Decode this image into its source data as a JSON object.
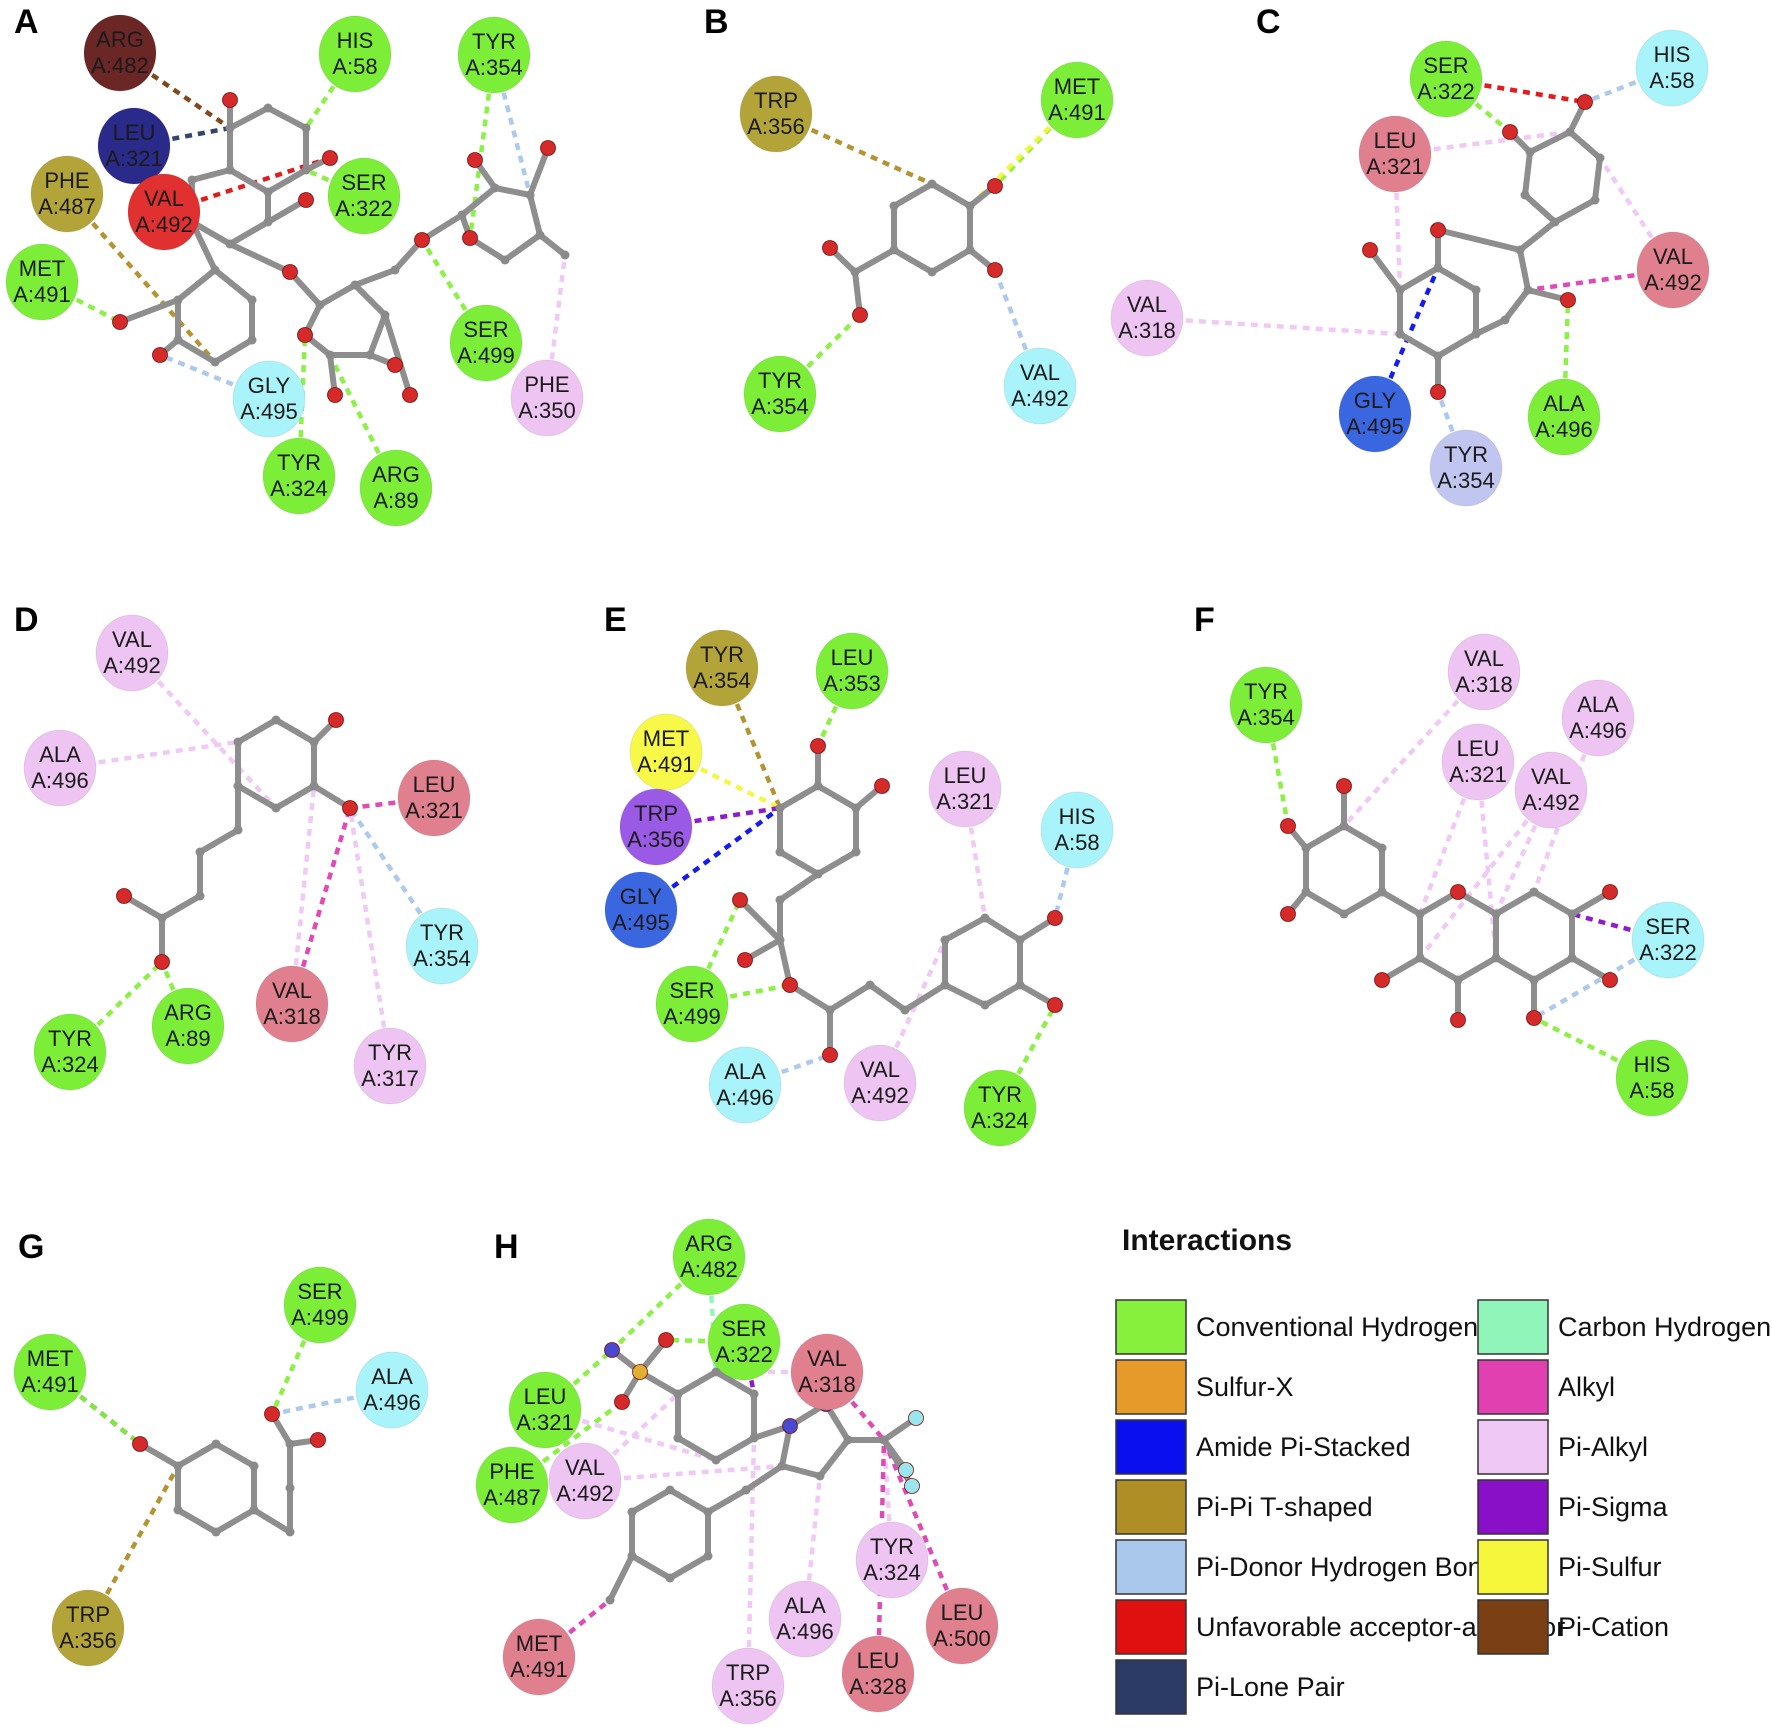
{
  "colors": {
    "conventional_hbond": "#86f03c",
    "carbon_hbond": "#8ff5b8",
    "sulfur_x": "#e69a2a",
    "alkyl": "#e040b0",
    "amide_pi_stacked": "#0a0ff0",
    "pi_alkyl": "#f0c8f5",
    "pi_pi_tshaped": "#b08e26",
    "pi_sigma": "#8a10c8",
    "pi_donor_hbond": "#a9c8ec",
    "pi_sulfur": "#f6f63a",
    "unfavorable": "#e01010",
    "pi_cation": "#7a3f12",
    "pi_lone_pair": "#2c3a66",
    "atom_carbon": "#8a8a8a",
    "atom_oxygen": "#d42a2a",
    "atom_nitrogen": "#4a4ad0",
    "atom_sulfur": "#e0b030",
    "atom_fluorine": "#9ae6ee",
    "res_hbond": "#7cee38",
    "res_cyan": "#a8f4fa",
    "res_pink": "#eec4f2",
    "res_red_pink": "#e0808e",
    "res_red": "#e03030",
    "res_olive": "#b3a43a",
    "res_navy": "#2a2a8a",
    "res_brown": "#6b2626",
    "res_blue": "#3a66e0",
    "res_lavender": "#c0c6f0",
    "res_purple": "#9a5ae6",
    "res_yellow": "#f8f848"
  },
  "panels": [
    {
      "label": "A",
      "residues": [
        {
          "name": "ARG",
          "num": "A:482",
          "color": "res_brown",
          "light": true
        },
        {
          "name": "HIS",
          "num": "A:58",
          "color": "res_hbond"
        },
        {
          "name": "TYR",
          "num": "A:354",
          "color": "res_hbond"
        },
        {
          "name": "LEU",
          "num": "A:321",
          "color": "res_navy",
          "light": true
        },
        {
          "name": "PHE",
          "num": "A:487",
          "color": "res_olive"
        },
        {
          "name": "VAL",
          "num": "A:492",
          "color": "res_red"
        },
        {
          "name": "SER",
          "num": "A:322",
          "color": "res_hbond"
        },
        {
          "name": "MET",
          "num": "A:491",
          "color": "res_hbond"
        },
        {
          "name": "SER",
          "num": "A:499",
          "color": "res_hbond"
        },
        {
          "name": "PHE",
          "num": "A:350",
          "color": "res_pink"
        },
        {
          "name": "GLY",
          "num": "A:495",
          "color": "res_cyan"
        },
        {
          "name": "TYR",
          "num": "A:324",
          "color": "res_hbond"
        },
        {
          "name": "ARG",
          "num": "A:89",
          "color": "res_hbond"
        }
      ]
    },
    {
      "label": "B",
      "residues": [
        {
          "name": "TRP",
          "num": "A:356",
          "color": "res_olive"
        },
        {
          "name": "MET",
          "num": "A:491",
          "color": "res_hbond"
        },
        {
          "name": "TYR",
          "num": "A:354",
          "color": "res_hbond"
        },
        {
          "name": "VAL",
          "num": "A:492",
          "color": "res_cyan"
        }
      ]
    },
    {
      "label": "C",
      "residues": [
        {
          "name": "SER",
          "num": "A:322",
          "color": "res_hbond"
        },
        {
          "name": "HIS",
          "num": "A:58",
          "color": "res_cyan"
        },
        {
          "name": "LEU",
          "num": "A:321",
          "color": "res_red_pink"
        },
        {
          "name": "VAL",
          "num": "A:492",
          "color": "res_red_pink"
        },
        {
          "name": "VAL",
          "num": "A:318",
          "color": "res_pink"
        },
        {
          "name": "GLY",
          "num": "A:495",
          "color": "res_blue"
        },
        {
          "name": "ALA",
          "num": "A:496",
          "color": "res_hbond"
        },
        {
          "name": "TYR",
          "num": "A:354",
          "color": "res_lavender"
        }
      ]
    },
    {
      "label": "D",
      "residues": [
        {
          "name": "VAL",
          "num": "A:492",
          "color": "res_pink"
        },
        {
          "name": "ALA",
          "num": "A:496",
          "color": "res_pink"
        },
        {
          "name": "LEU",
          "num": "A:321",
          "color": "res_red_pink"
        },
        {
          "name": "TYR",
          "num": "A:354",
          "color": "res_cyan"
        },
        {
          "name": "VAL",
          "num": "A:318",
          "color": "res_red_pink"
        },
        {
          "name": "TYR",
          "num": "A:324",
          "color": "res_hbond"
        },
        {
          "name": "ARG",
          "num": "A:89",
          "color": "res_hbond"
        },
        {
          "name": "TYR",
          "num": "A:317",
          "color": "res_pink"
        }
      ]
    },
    {
      "label": "E",
      "residues": [
        {
          "name": "TYR",
          "num": "A:354",
          "color": "res_olive"
        },
        {
          "name": "LEU",
          "num": "A:353",
          "color": "res_hbond"
        },
        {
          "name": "MET",
          "num": "A:491",
          "color": "res_yellow"
        },
        {
          "name": "TRP",
          "num": "A:356",
          "color": "res_purple"
        },
        {
          "name": "LEU",
          "num": "A:321",
          "color": "res_pink"
        },
        {
          "name": "HIS",
          "num": "A:58",
          "color": "res_cyan"
        },
        {
          "name": "GLY",
          "num": "A:495",
          "color": "res_blue"
        },
        {
          "name": "SER",
          "num": "A:499",
          "color": "res_hbond"
        },
        {
          "name": "ALA",
          "num": "A:496",
          "color": "res_cyan"
        },
        {
          "name": "VAL",
          "num": "A:492",
          "color": "res_pink"
        },
        {
          "name": "TYR",
          "num": "A:324",
          "color": "res_hbond"
        }
      ]
    },
    {
      "label": "F",
      "residues": [
        {
          "name": "TYR",
          "num": "A:354",
          "color": "res_hbond"
        },
        {
          "name": "VAL",
          "num": "A:318",
          "color": "res_pink"
        },
        {
          "name": "ALA",
          "num": "A:496",
          "color": "res_pink"
        },
        {
          "name": "LEU",
          "num": "A:321",
          "color": "res_pink"
        },
        {
          "name": "VAL",
          "num": "A:492",
          "color": "res_pink"
        },
        {
          "name": "SER",
          "num": "A:322",
          "color": "res_cyan"
        },
        {
          "name": "HIS",
          "num": "A:58",
          "color": "res_hbond"
        }
      ]
    },
    {
      "label": "G",
      "residues": [
        {
          "name": "SER",
          "num": "A:499",
          "color": "res_hbond"
        },
        {
          "name": "MET",
          "num": "A:491",
          "color": "res_hbond"
        },
        {
          "name": "ALA",
          "num": "A:496",
          "color": "res_cyan"
        },
        {
          "name": "TRP",
          "num": "A:356",
          "color": "res_olive"
        }
      ]
    },
    {
      "label": "H",
      "residues": [
        {
          "name": "ARG",
          "num": "A:482",
          "color": "res_hbond"
        },
        {
          "name": "SER",
          "num": "A:322",
          "color": "res_hbond"
        },
        {
          "name": "VAL",
          "num": "A:318",
          "color": "res_red_pink"
        },
        {
          "name": "LEU",
          "num": "A:321",
          "color": "res_hbond"
        },
        {
          "name": "PHE",
          "num": "A:487",
          "color": "res_hbond"
        },
        {
          "name": "VAL",
          "num": "A:492",
          "color": "res_pink"
        },
        {
          "name": "TYR",
          "num": "A:324",
          "color": "res_pink"
        },
        {
          "name": "LEU",
          "num": "A:500",
          "color": "res_red_pink"
        },
        {
          "name": "ALA",
          "num": "A:496",
          "color": "res_pink"
        },
        {
          "name": "MET",
          "num": "A:491",
          "color": "res_red_pink"
        },
        {
          "name": "LEU",
          "num": "A:328",
          "color": "res_red_pink"
        },
        {
          "name": "TRP",
          "num": "A:356",
          "color": "res_pink"
        }
      ]
    }
  ],
  "legend": {
    "title": "Interactions",
    "items": [
      {
        "label": "Conventional Hydrogen Bond",
        "color": "conventional_hbond"
      },
      {
        "label": "Carbon Hydrogen Bond",
        "color": "carbon_hbond"
      },
      {
        "label": "Sulfur-X",
        "color": "sulfur_x"
      },
      {
        "label": "Alkyl",
        "color": "alkyl"
      },
      {
        "label": "Amide Pi-Stacked",
        "color": "amide_pi_stacked"
      },
      {
        "label": "Pi-Alkyl",
        "color": "pi_alkyl"
      },
      {
        "label": "Pi-Pi T-shaped",
        "color": "pi_pi_tshaped"
      },
      {
        "label": "Pi-Sigma",
        "color": "pi_sigma"
      },
      {
        "label": "Pi-Donor Hydrogen Bond",
        "color": "pi_donor_hbond"
      },
      {
        "label": "Pi-Sulfur",
        "color": "pi_sulfur"
      },
      {
        "label": "Unfavorable acceptor-acceptor",
        "color": "unfavorable"
      },
      {
        "label": "Pi-Cation",
        "color": "pi_cation"
      },
      {
        "label": "Pi-Lone Pair",
        "color": "pi_lone_pair"
      }
    ]
  }
}
